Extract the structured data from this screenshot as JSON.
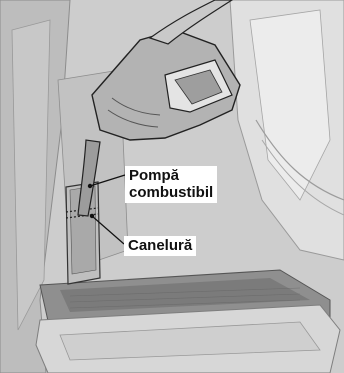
{
  "labels": {
    "fuel_pump_line1": "Pompă",
    "fuel_pump_line2": "combustibil",
    "groove": "Canelură"
  }
}
